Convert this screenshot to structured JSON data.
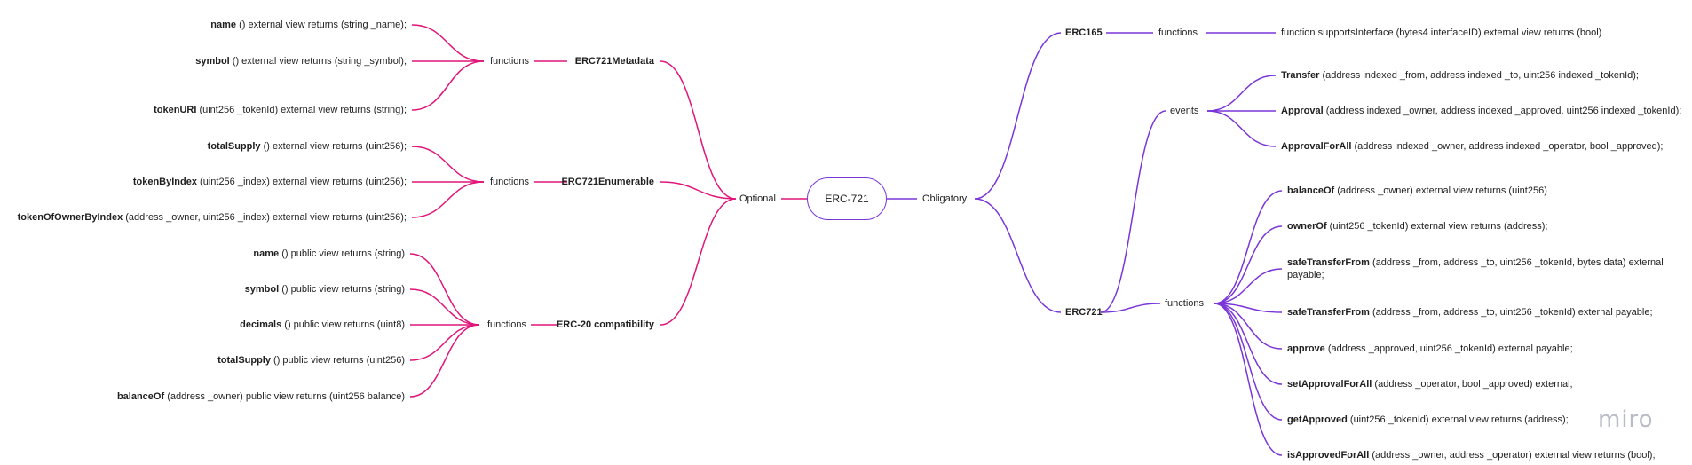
{
  "root": "ERC-721",
  "brand": "miro",
  "colors": {
    "optional": "#e0157a",
    "obligatory": "#7a35d8",
    "text": "#1f1f1f",
    "brand": "#b9bcc6"
  },
  "optional": {
    "label": "Optional",
    "groups": [
      {
        "name": "ERC721Metadata",
        "sub": "functions",
        "items": [
          {
            "n": "name",
            "r": " () external view returns (string _name);"
          },
          {
            "n": "symbol",
            "r": " () external view returns (string _symbol);"
          },
          {
            "n": "tokenURI",
            "r": " (uint256 _tokenId) external view returns (string);"
          }
        ]
      },
      {
        "name": "ERC721Enumerable",
        "sub": "functions",
        "items": [
          {
            "n": "totalSupply",
            "r": " () external view returns (uint256);"
          },
          {
            "n": "tokenByIndex",
            "r": " (uint256 _index) external view returns (uint256);"
          },
          {
            "n": "tokenOfOwnerByIndex",
            "r": " (address _owner, uint256 _index) external view returns (uint256);"
          }
        ]
      },
      {
        "name": "ERC-20 compatibility",
        "sub": "functions",
        "items": [
          {
            "n": "name",
            "r": " () public view returns (string)"
          },
          {
            "n": "symbol",
            "r": " () public view returns (string)"
          },
          {
            "n": "decimals",
            "r": " () public view returns (uint8)"
          },
          {
            "n": "totalSupply",
            "r": " () public view returns (uint256)"
          },
          {
            "n": "balanceOf",
            "r": " (address _owner) public view returns (uint256 balance)"
          }
        ]
      }
    ]
  },
  "obligatory": {
    "label": "Obligatory",
    "erc165": {
      "name": "ERC165",
      "sub": "functions",
      "item": "function supportsInterface (bytes4 interfaceID) external view returns (bool)"
    },
    "erc721": {
      "name": "ERC721",
      "events": {
        "label": "events",
        "items": [
          {
            "n": "Transfer",
            "r": " (address indexed _from, address indexed _to, uint256 indexed _tokenId);"
          },
          {
            "n": "Approval",
            "r": " (address indexed _owner, address indexed _approved, uint256 indexed _tokenId);"
          },
          {
            "n": "ApprovalForAll",
            "r": " (address indexed _owner, address indexed _operator, bool _approved);"
          }
        ]
      },
      "functions": {
        "label": "functions",
        "items": [
          {
            "n": "balanceOf",
            "r": " (address _owner) external view returns (uint256)"
          },
          {
            "n": "ownerOf",
            "r": " (uint256 _tokenId) external view returns (address);"
          },
          {
            "n": "safeTransferFrom",
            "r": " (address _from, address _to, uint256 _tokenId, bytes data) external payable;"
          },
          {
            "n": "safeTransferFrom",
            "r": " (address _from, address _to, uint256 _tokenId) external payable;"
          },
          {
            "n": "approve",
            "r": " (address _approved, uint256 _tokenId) external payable;"
          },
          {
            "n": "setApprovalForAll",
            "r": " (address _operator, bool _approved) external;"
          },
          {
            "n": "getApproved",
            "r": " (uint256 _tokenId) external view returns (address);"
          },
          {
            "n": "isApprovedForAll",
            "r": " (address _owner, address _operator) external view returns (bool);"
          }
        ]
      }
    }
  }
}
